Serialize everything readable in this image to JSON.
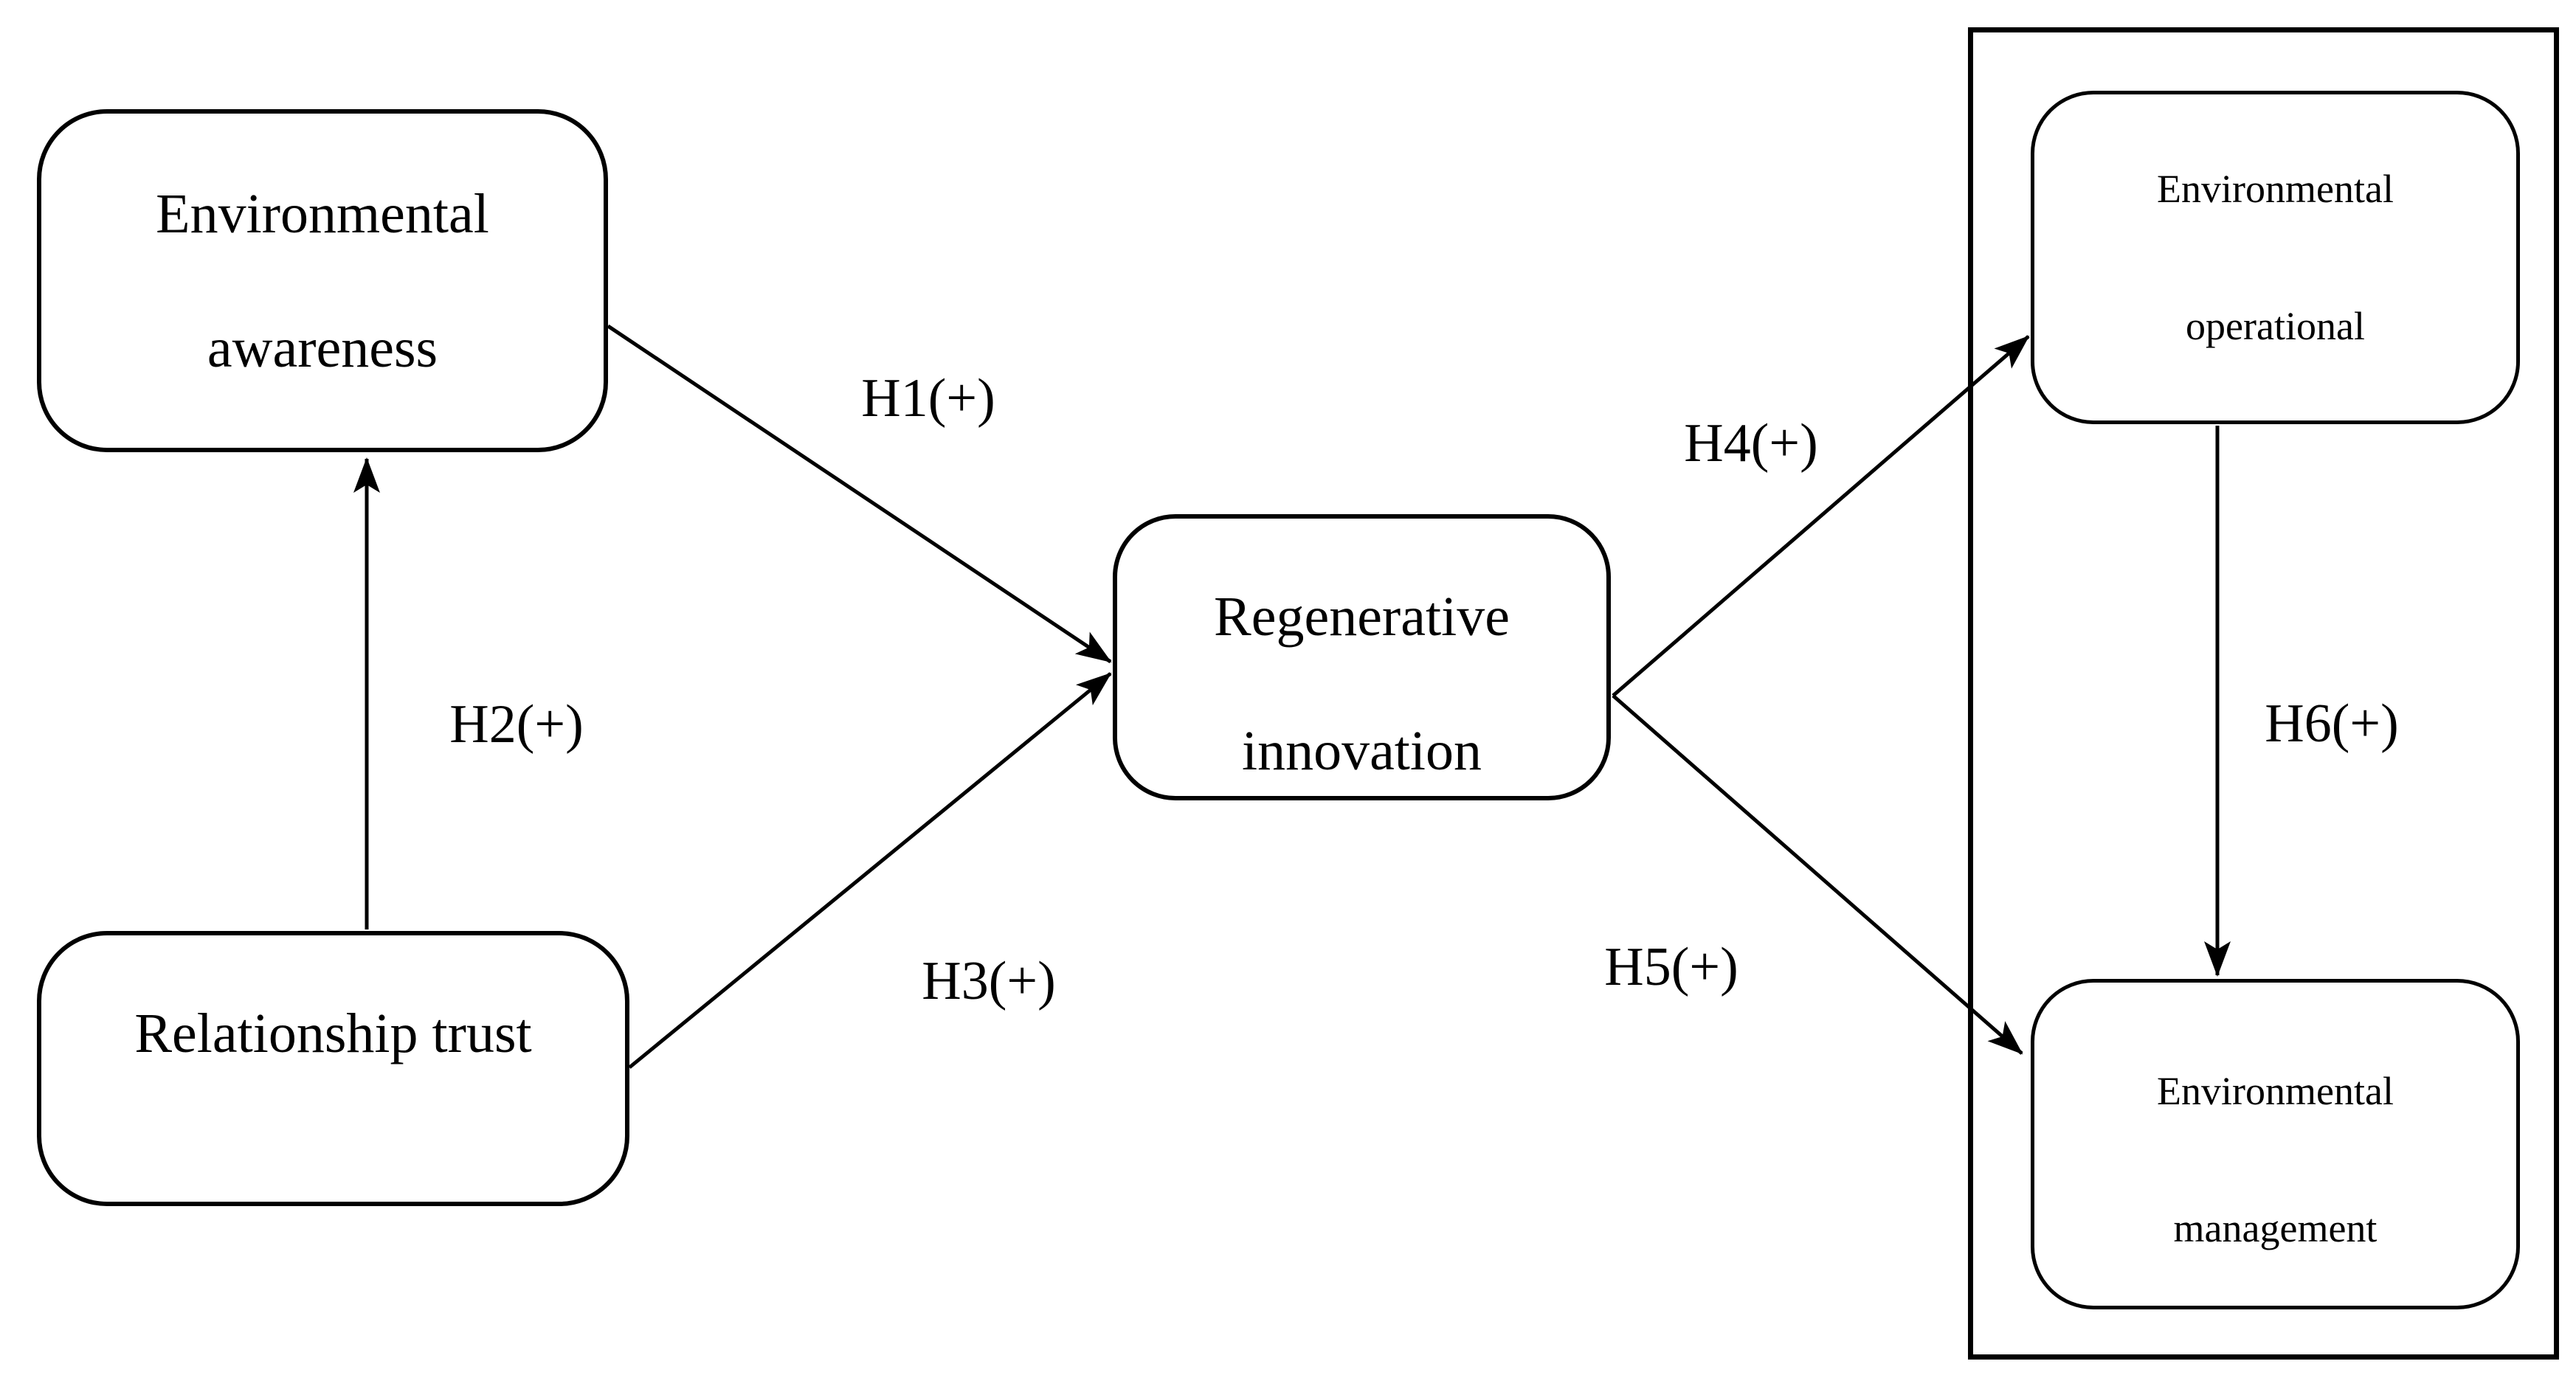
{
  "diagram": {
    "type": "hypothesis-path-model",
    "background": "#ffffff",
    "stroke_color": "#000000",
    "nodes": [
      {
        "id": "environmental-awareness",
        "lines": [
          "Environmental",
          "awareness"
        ]
      },
      {
        "id": "relationship-trust",
        "lines": [
          "Relationship trust"
        ]
      },
      {
        "id": "regenerative-innovation",
        "lines": [
          "Regenerative",
          "innovation"
        ]
      },
      {
        "id": "environmental-operational",
        "lines": [
          "Environmental",
          "operational"
        ]
      },
      {
        "id": "environmental-management",
        "lines": [
          "Environmental",
          "management"
        ]
      }
    ],
    "edges": [
      {
        "id": "H1",
        "from": "Environmental awareness",
        "to": "Regenerative innovation",
        "label": "H1(+)"
      },
      {
        "id": "H2",
        "from": "Relationship trust",
        "to": "Environmental awareness",
        "label": "H2(+)"
      },
      {
        "id": "H3",
        "from": "Relationship trust",
        "to": "Regenerative innovation",
        "label": "H3(+)"
      },
      {
        "id": "H4",
        "from": "Regenerative innovation",
        "to": "Environmental operational",
        "label": "H4(+)"
      },
      {
        "id": "H5",
        "from": "Regenerative innovation",
        "to": "Environmental management",
        "label": "H5(+)"
      },
      {
        "id": "H6",
        "from": "Environmental operational",
        "to": "Environmental management",
        "label": "H6(+)"
      }
    ]
  }
}
